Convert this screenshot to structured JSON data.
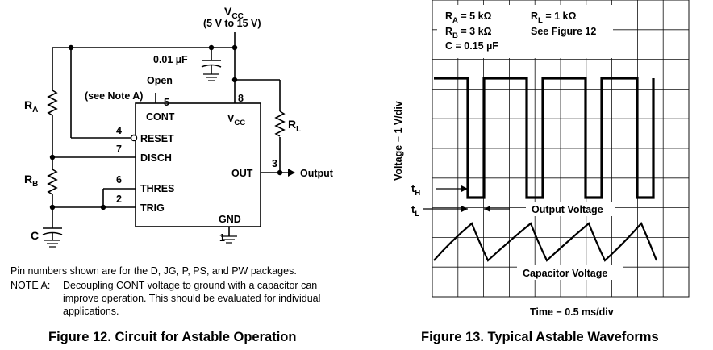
{
  "figure12": {
    "caption": "Figure 12. Circuit for Astable Operation",
    "vcc_label": "V",
    "vcc_sub": "CC",
    "vcc_range": "(5 V to 15 V)",
    "cap_value": "0.01 µF",
    "open_label": "Open",
    "see_note": "(see Note A)",
    "ra": "R",
    "ra_sub": "A",
    "rb": "R",
    "rb_sub": "B",
    "rl": "R",
    "rl_sub": "L",
    "c_label": "C",
    "output_label": "Output",
    "pins": {
      "cont": "CONT",
      "reset": "RESET",
      "disch": "DISCH",
      "thres": "THRES",
      "trig": "TRIG",
      "gnd": "GND",
      "out": "OUT",
      "vcc": "V",
      "vcc_sub": "CC"
    },
    "pin_numbers": {
      "p5": "5",
      "p8": "8",
      "p4": "4",
      "p7": "7",
      "p6": "6",
      "p2": "2",
      "p3": "3",
      "p1": "1"
    },
    "notes": [
      "Pin numbers shown are for the D, JG, P, PS, and PW packages.",
      "NOTE A:",
      "Decoupling CONT voltage to ground with a capacitor can",
      "improve operation. This should be evaluated for individual",
      "applications."
    ]
  },
  "figure13": {
    "caption": "Figure 13. Typical Astable Waveforms",
    "params": {
      "ra_label": "R",
      "ra_sub": "A",
      "ra_value": " = 5 kΩ",
      "rb_label": "R",
      "rb_sub": "B",
      "rb_value": " = 3 kΩ",
      "c_value": "C = 0.15 µF",
      "rl_label": "R",
      "rl_sub": "L",
      "rl_value": " = 1 kΩ",
      "see_fig": "See Figure 12"
    },
    "ylabel": "Voltage − 1 V/div",
    "xlabel": "Time − 0.5 ms/div",
    "th": "t",
    "th_sub": "H",
    "tl": "t",
    "tl_sub": "L",
    "output_voltage": "Output Voltage",
    "capacitor_voltage": "Capacitor Voltage"
  }
}
